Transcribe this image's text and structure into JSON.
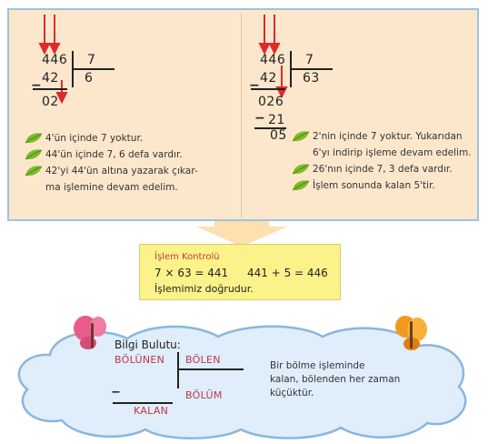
{
  "left_example": {
    "dividend": "446",
    "divisor": "7",
    "quotient": "6",
    "subtrahend": "42",
    "minus": "−",
    "remainder": "02",
    "notes": [
      "4'ün içinde 7 yoktur.",
      "44'ün içinde 7, 6 defa vardır.",
      "42'yi 44'ün altına yazarak çıkar-",
      "ma işlemine devam edelim."
    ]
  },
  "right_example": {
    "dividend": "446",
    "divisor": "7",
    "quotient": "63",
    "subtrahend1": "42",
    "minus1": "−",
    "partial": "026",
    "minus2": "−",
    "subtrahend2": "21",
    "remainder": "05",
    "notes": [
      "2'nin içinde 7 yoktur. Yukarıdan",
      "6'yı indirip işleme devam edelim.",
      "26'nın içinde 7, 3 defa vardır.",
      "İşlem sonunda kalan 5'tir."
    ]
  },
  "check": {
    "title": "İşlem Kontrolü",
    "equation1": "7 × 63 = 441",
    "equation2": "441 + 5 = 446",
    "conclusion": "İşlemimiz doğrudur."
  },
  "cloud": {
    "title": "Bilgi Bulutu:",
    "dividend_label": "BÖLÜNEN",
    "divisor_label": "BÖLEN",
    "quotient_label": "BÖLÜM",
    "remainder_label": "KALAN",
    "minus": "−",
    "info": [
      "Bir bölme işleminde",
      "kalan, bölenden her zaman",
      "küçüktür."
    ]
  },
  "colors": {
    "panel_bg": "#fce7cc",
    "panel_border": "#9ec3e0",
    "arrow": "#e02a2a",
    "leaf": "#7dbb2e",
    "check_bg": "#fbf38a",
    "cloud_border": "#8ab6de",
    "cloud_fill": "#dfeefa",
    "label_red": "#c2344a",
    "butterfly_pink": "#ea5b8c",
    "butterfly_orange": "#f39a1e"
  }
}
